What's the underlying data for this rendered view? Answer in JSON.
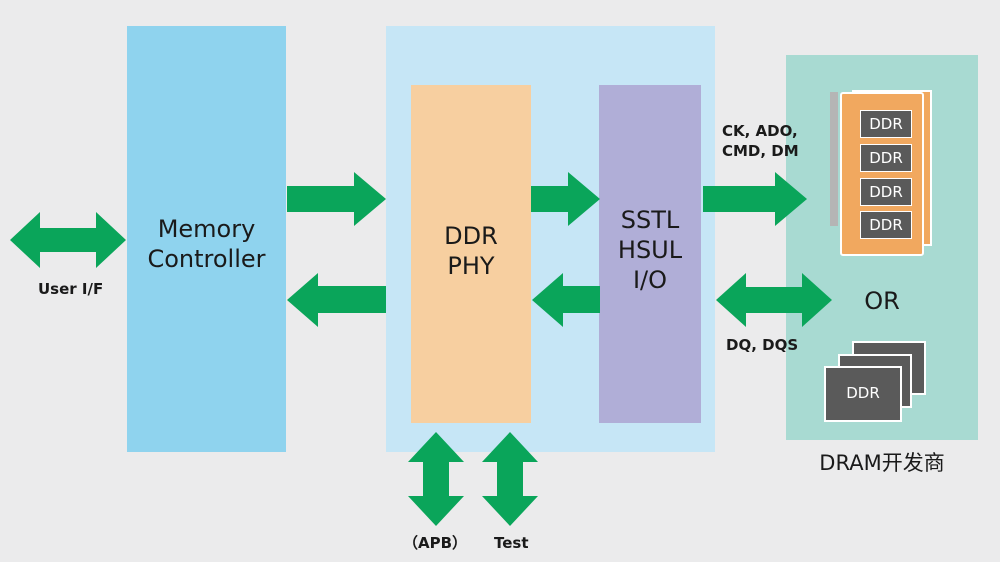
{
  "colors": {
    "background": "#ebebec",
    "memory_controller": "#8fd3ee",
    "phy_container": "#c6e6f6",
    "ddr_phy": "#f7cfa0",
    "io": "#b0aed7",
    "dram_panel": "#a8dad2",
    "arrow": "#0aa55a",
    "module": "#f1a85f",
    "chip": "#5a5a5a"
  },
  "blocks": {
    "memory_controller": {
      "line1": "Memory",
      "line2": "Controller"
    },
    "ddr_phy": {
      "line1": "DDR",
      "line2": "PHY"
    },
    "io": {
      "line1": "SSTL",
      "line2": "HSUL",
      "line3": "I/O"
    }
  },
  "labels": {
    "user_if": "User I/F",
    "cmd_line1": "CK, ADO,",
    "cmd_line2": "CMD, DM",
    "dq": "DQ, DQS",
    "apb": "（APB）",
    "test": "Test",
    "or": "OR",
    "vendor": "DRAM开发商"
  },
  "module_chips": [
    "DDR",
    "DDR",
    "DDR",
    "DDR"
  ],
  "chip_stack_label": "DDR",
  "icons": [
    "double-arrow-icon",
    "right-arrow-icon",
    "left-arrow-icon",
    "vertical-double-arrow-icon"
  ]
}
